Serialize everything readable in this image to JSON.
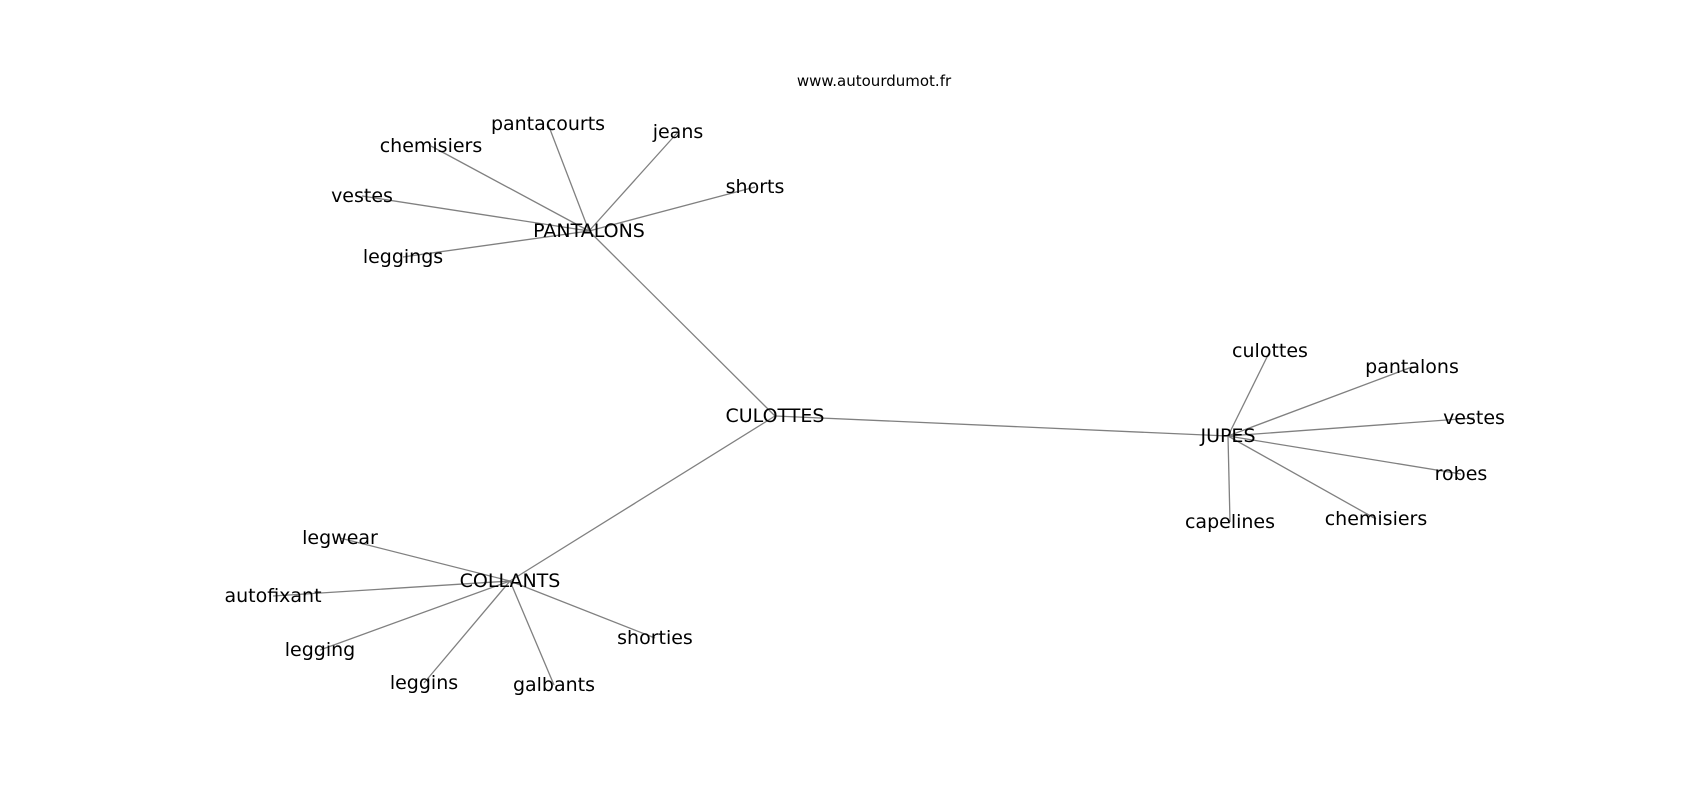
{
  "source": "www.autourdumot.fr",
  "graph": {
    "nodes": [
      {
        "id": "culottes_hub",
        "label": "CULOTTES"
      },
      {
        "id": "pantalons_hub",
        "label": "PANTALONS"
      },
      {
        "id": "jupes_hub",
        "label": "JUPES"
      },
      {
        "id": "collants_hub",
        "label": "COLLANTS"
      },
      {
        "id": "p_pantacourts",
        "label": "pantacourts"
      },
      {
        "id": "p_jeans",
        "label": "jeans"
      },
      {
        "id": "p_chemisiers",
        "label": "chemisiers"
      },
      {
        "id": "p_shorts",
        "label": "shorts"
      },
      {
        "id": "p_vestes",
        "label": "vestes"
      },
      {
        "id": "p_leggings",
        "label": "leggings"
      },
      {
        "id": "j_culottes",
        "label": "culottes"
      },
      {
        "id": "j_pantalons",
        "label": "pantalons"
      },
      {
        "id": "j_vestes",
        "label": "vestes"
      },
      {
        "id": "j_robes",
        "label": "robes"
      },
      {
        "id": "j_capelines",
        "label": "capelines"
      },
      {
        "id": "j_chemisiers",
        "label": "chemisiers"
      },
      {
        "id": "c_legwear",
        "label": "legwear"
      },
      {
        "id": "c_autofixant",
        "label": "autofixant"
      },
      {
        "id": "c_legging",
        "label": "legging"
      },
      {
        "id": "c_leggins",
        "label": "leggins"
      },
      {
        "id": "c_galbants",
        "label": "galbants"
      },
      {
        "id": "c_shorties",
        "label": "shorties"
      }
    ],
    "edges": [
      [
        "culottes_hub",
        "pantalons_hub"
      ],
      [
        "culottes_hub",
        "jupes_hub"
      ],
      [
        "culottes_hub",
        "collants_hub"
      ],
      [
        "pantalons_hub",
        "p_pantacourts"
      ],
      [
        "pantalons_hub",
        "p_jeans"
      ],
      [
        "pantalons_hub",
        "p_chemisiers"
      ],
      [
        "pantalons_hub",
        "p_shorts"
      ],
      [
        "pantalons_hub",
        "p_vestes"
      ],
      [
        "pantalons_hub",
        "p_leggings"
      ],
      [
        "jupes_hub",
        "j_culottes"
      ],
      [
        "jupes_hub",
        "j_pantalons"
      ],
      [
        "jupes_hub",
        "j_vestes"
      ],
      [
        "jupes_hub",
        "j_robes"
      ],
      [
        "jupes_hub",
        "j_capelines"
      ],
      [
        "jupes_hub",
        "j_chemisiers"
      ],
      [
        "collants_hub",
        "c_legwear"
      ],
      [
        "collants_hub",
        "c_autofixant"
      ],
      [
        "collants_hub",
        "c_legging"
      ],
      [
        "collants_hub",
        "c_leggins"
      ],
      [
        "collants_hub",
        "c_galbants"
      ],
      [
        "collants_hub",
        "c_shorties"
      ]
    ]
  }
}
